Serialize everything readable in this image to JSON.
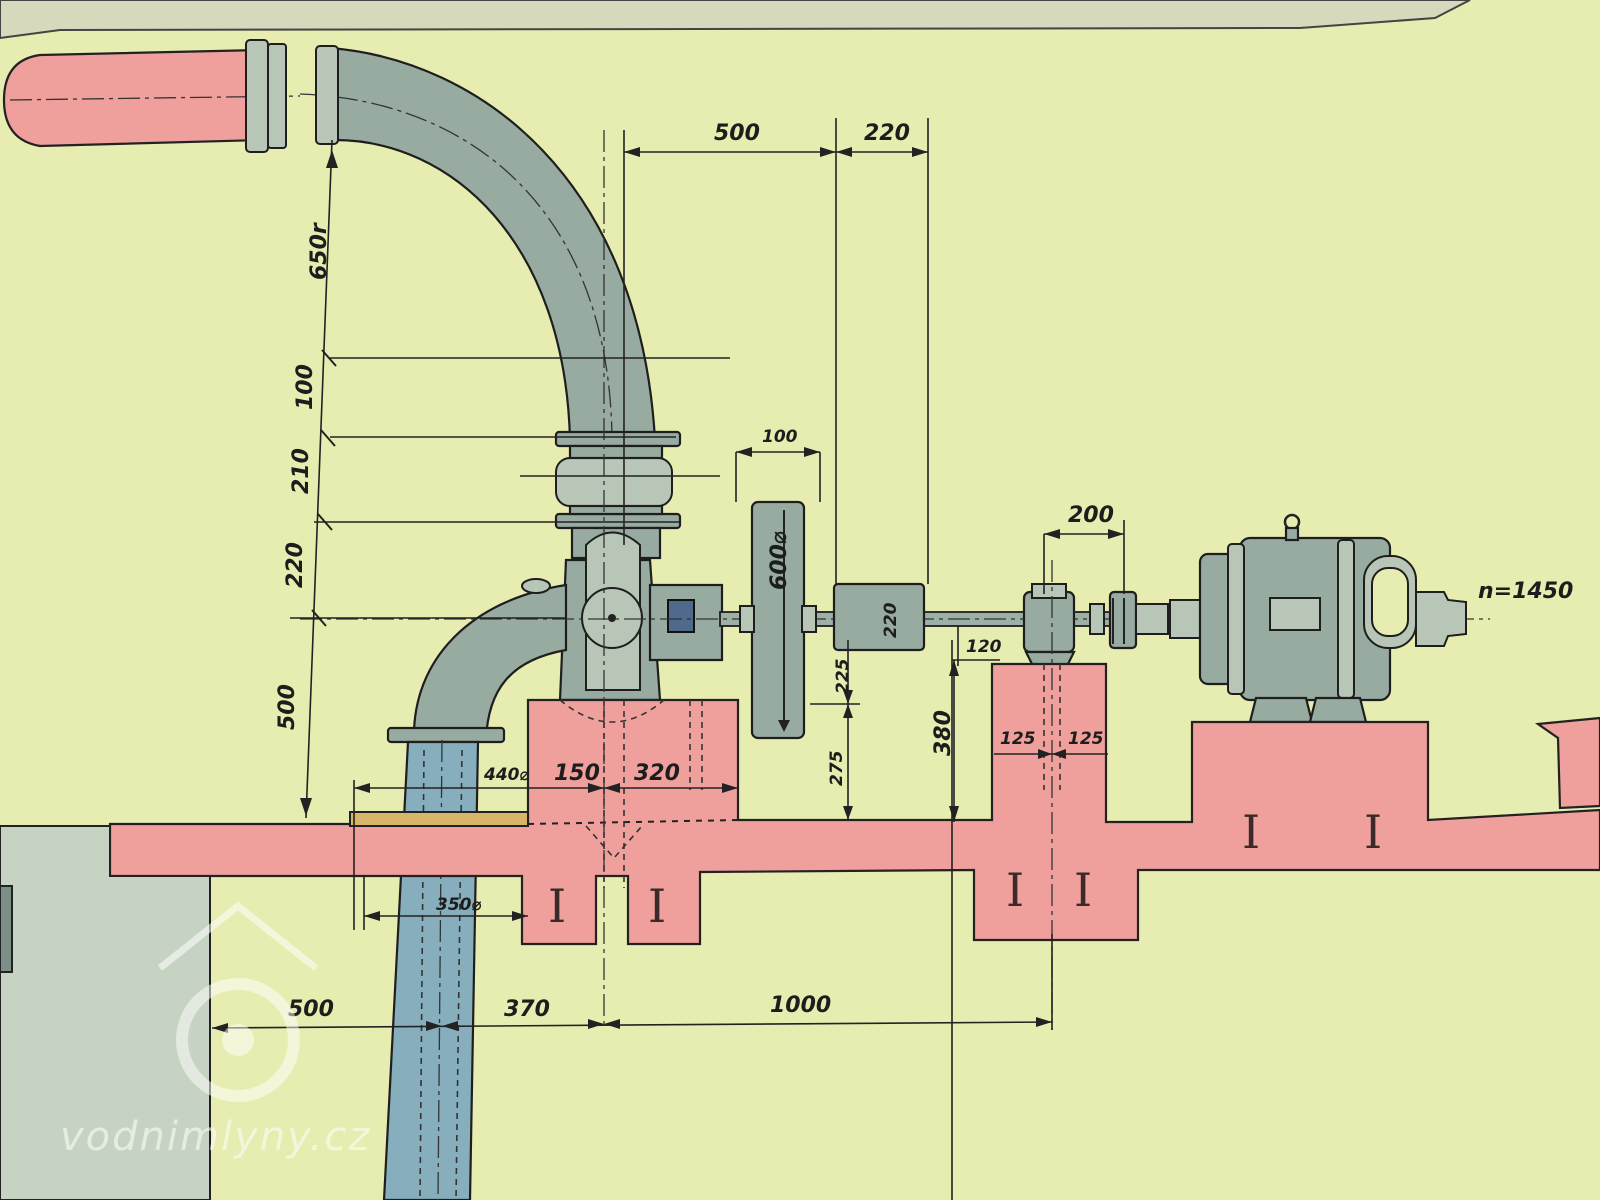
{
  "dimensions": {
    "top_500": "500",
    "top_220": "220",
    "radius_650": "650r",
    "v_100": "100",
    "v_210": "210",
    "v_220": "220",
    "v_500": "500",
    "flywheel_100": "100",
    "flywheel_600": "600⌀",
    "pulley_220": "220",
    "v_225": "225",
    "v_275": "275",
    "v_380": "380",
    "shaft_120": "120",
    "bearing_200": "200",
    "b_125_left": "125",
    "b_125_right": "125",
    "base_440": "440⌀",
    "base_150": "150",
    "base_320": "320",
    "pipe_350": "350⌀",
    "bottom_500": "500",
    "bottom_370": "370",
    "bottom_1000": "1000"
  },
  "motor_speed": "n=1450",
  "watermark": "vodnimlyny.cz",
  "colors": {
    "paper": "#e7ecb0",
    "foundation": "#ef9f9c",
    "machinery": "#97aba0",
    "suction_pipe": "#86aebd",
    "brass_plate": "#d9b56a"
  }
}
